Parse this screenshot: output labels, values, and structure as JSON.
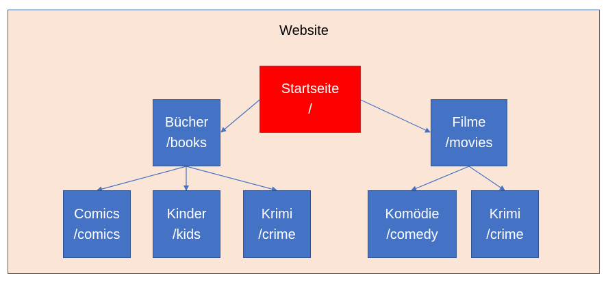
{
  "diagram": {
    "title": "Website",
    "colors": {
      "background": "#fbe5d6",
      "node": "#4472c4",
      "root": "#ff0000",
      "connector": "#4472c4"
    },
    "root": {
      "name": "Startseite",
      "path": "/"
    },
    "books": {
      "name": "Bücher",
      "path": "/books",
      "children": [
        {
          "name": "Comics",
          "path": "/comics"
        },
        {
          "name": "Kinder",
          "path": "/kids"
        },
        {
          "name": "Krimi",
          "path": "/crime"
        }
      ]
    },
    "movies": {
      "name": "Filme",
      "path": "/movies",
      "children": [
        {
          "name": "Komödie",
          "path": "/comedy"
        },
        {
          "name": "Krimi",
          "path": "/crime"
        }
      ]
    }
  }
}
